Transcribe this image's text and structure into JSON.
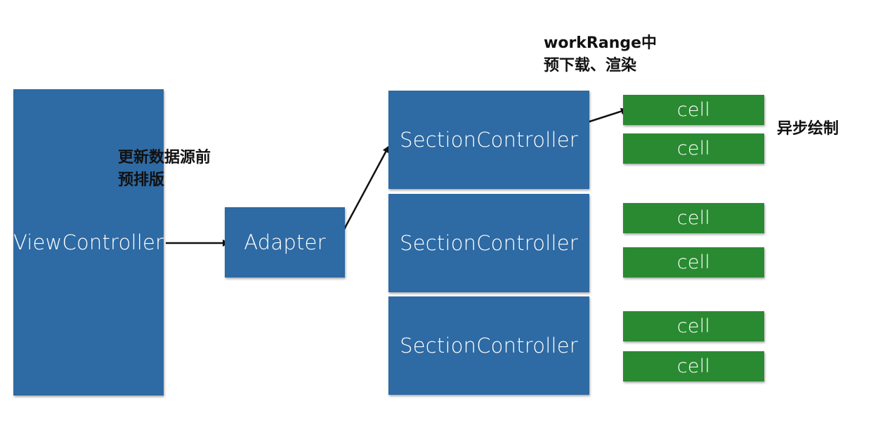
{
  "diagram": {
    "view_controller": "ViewController",
    "adapter": "Adapter",
    "section_controllers": [
      "SectionController",
      "SectionController",
      "SectionController"
    ],
    "cells": [
      "cell",
      "cell",
      "cell",
      "cell",
      "cell",
      "cell"
    ],
    "note_prelayout": [
      "更新数据源前",
      "预排版"
    ],
    "note_workrange": [
      "workRange中",
      "预下载、渲染"
    ],
    "note_async": "异步绘制"
  },
  "colors": {
    "controller_fill": "#2e6aa3",
    "cell_fill": "#2a8a32",
    "arrow": "#111111"
  }
}
